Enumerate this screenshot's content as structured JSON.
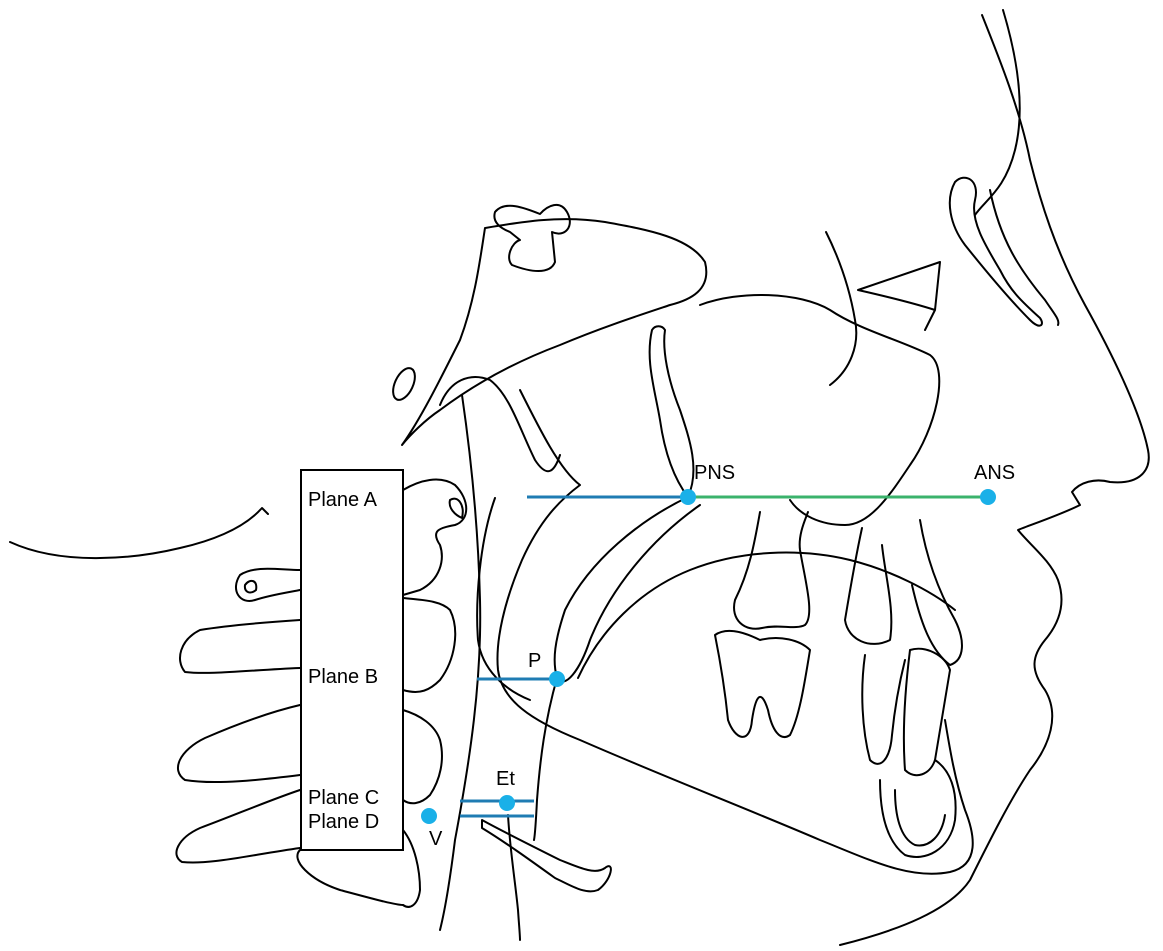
{
  "colors": {
    "line": "#000000",
    "landmark": "#1ab0e8",
    "plane_line": "#1f7cb3",
    "palatal_line": "#3bb36c"
  },
  "planes": {
    "a": "Plane A",
    "b": "Plane B",
    "c": "Plane C",
    "d": "Plane D"
  },
  "landmarks": {
    "pns": "PNS",
    "ans": "ANS",
    "p": "P",
    "et": "Et",
    "v": "V"
  }
}
